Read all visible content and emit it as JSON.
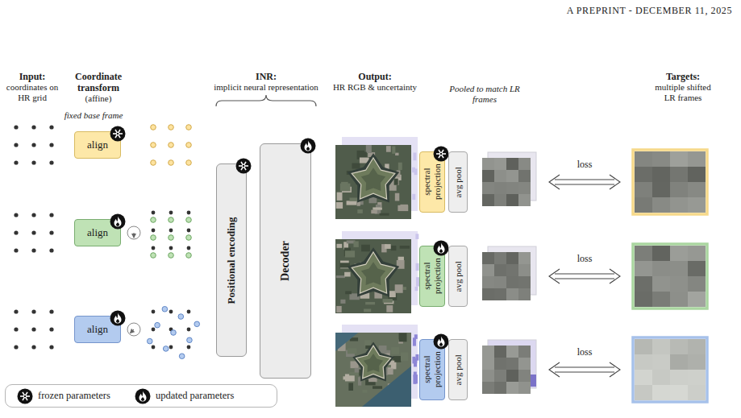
{
  "diagram": {
    "nodes": [
      {
        "text": [
          "align"
        ]
      },
      {
        "text": [
          "align"
        ]
      },
      {
        "text": [
          "align"
        ]
      },
      {
        "text": [
          "Positional encoding"
        ]
      },
      {
        "text": [
          "Decoder"
        ]
      },
      {
        "text": [
          "spectral projection"
        ]
      },
      {
        "text": [
          "avg pool"
        ]
      },
      {
        "text": [
          "spectral projection"
        ]
      },
      {
        "text": [
          "avg pool"
        ]
      },
      {
        "text": [
          "spectral projection"
        ]
      },
      {
        "text": [
          "avg pool"
        ]
      }
    ],
    "labels": [
      "A PREPRINT - DECEMBER 11, 2025",
      "Input:",
      "coordinates on HR grid",
      "Coordinate transform",
      "(affine)",
      "INR:",
      "implicit neural representation",
      "Output:",
      "HR RGB & uncertainty",
      "Pooled to match LR frames",
      "Targets:",
      "multiple shifted LR frames",
      "fixed base frame",
      "loss",
      "loss",
      "loss"
    ],
    "legend": [
      {
        "text": "frozen parameters"
      },
      {
        "text": "updated parameters"
      }
    ]
  }
}
